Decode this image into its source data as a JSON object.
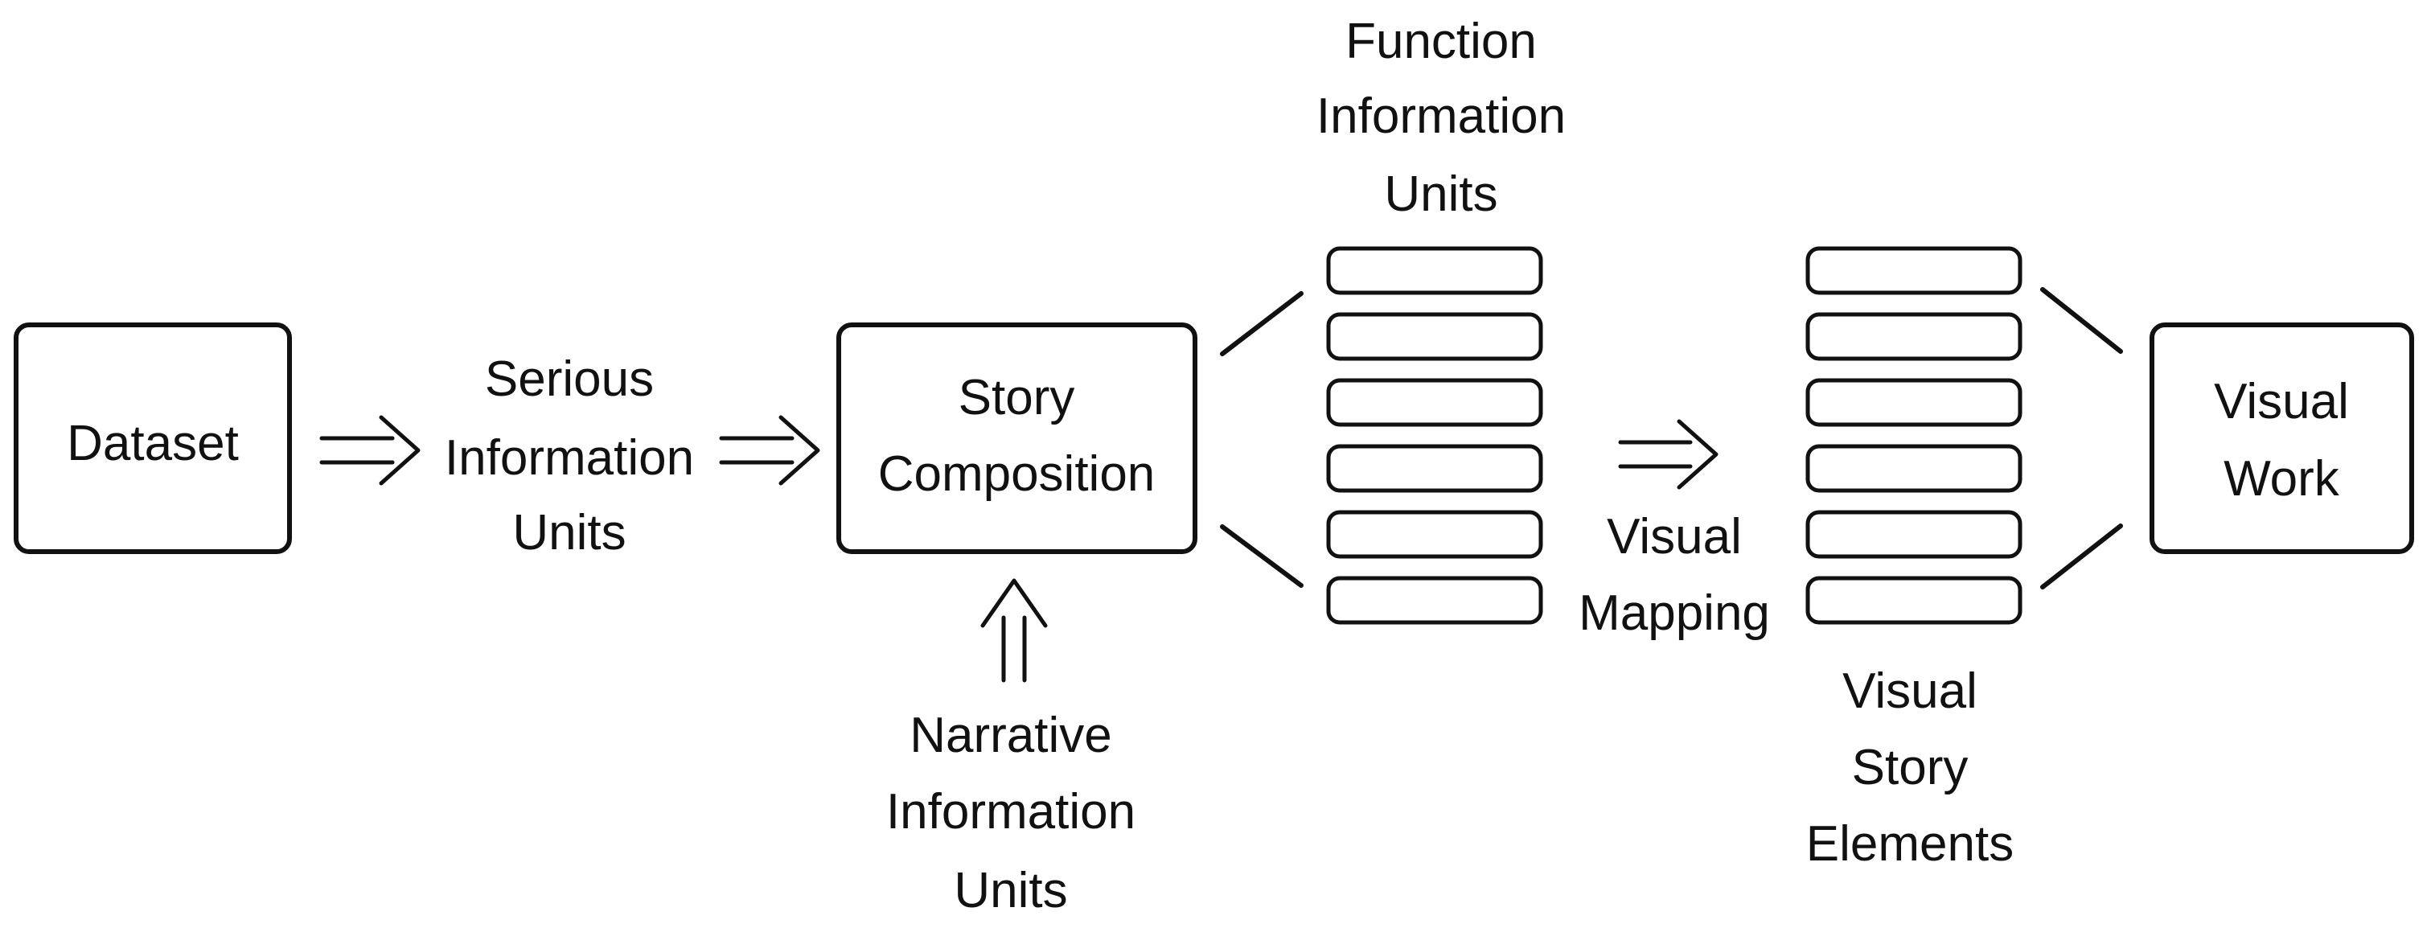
{
  "nodes": {
    "dataset": [
      "Dataset"
    ],
    "story_composition": [
      "Story",
      "Composition"
    ],
    "visual_work": [
      "Visual",
      "Work"
    ]
  },
  "labels": {
    "serious_units": [
      "Serious",
      "Information",
      "Units"
    ],
    "narrative_units": [
      "Narrative",
      "Information",
      "Units"
    ],
    "function_units": [
      "Function",
      "Information",
      "Units"
    ],
    "visual_mapping": [
      "Visual",
      "Mapping"
    ],
    "visual_story_elements": [
      "Visual",
      "Story",
      "Elements"
    ]
  },
  "stacks": {
    "function_information_units_count": 6,
    "visual_story_elements_count": 6
  },
  "colors": {
    "stroke": "#111111",
    "background": "#ffffff"
  }
}
